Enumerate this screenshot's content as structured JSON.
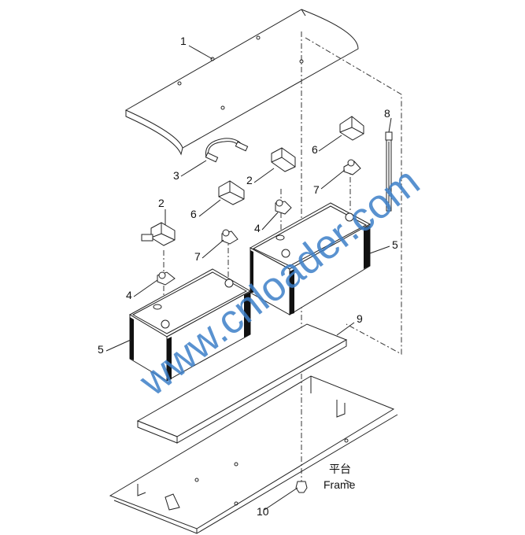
{
  "diagram": {
    "callouts": [
      {
        "id": "cover",
        "text": "1"
      },
      {
        "id": "cable",
        "text": "3"
      },
      {
        "id": "cap-upper-mid",
        "text": "2"
      },
      {
        "id": "cap-right",
        "text": "6"
      },
      {
        "id": "rod",
        "text": "8"
      },
      {
        "id": "clamp-right",
        "text": "7"
      },
      {
        "id": "cap-left",
        "text": "2"
      },
      {
        "id": "cap-mid",
        "text": "6"
      },
      {
        "id": "clamp-mid",
        "text": "4"
      },
      {
        "id": "clamp-left-mid",
        "text": "7"
      },
      {
        "id": "battery-right",
        "text": "5"
      },
      {
        "id": "clamp-left",
        "text": "4"
      },
      {
        "id": "battery-left",
        "text": "5"
      },
      {
        "id": "pad",
        "text": "9"
      },
      {
        "id": "nut",
        "text": "10"
      }
    ],
    "frame_label_cn": "平台",
    "frame_label_en": "Frame",
    "watermark": "www.cnloader.com"
  },
  "colors": {
    "watermark": "#3d7fc8",
    "line": "#222222"
  }
}
